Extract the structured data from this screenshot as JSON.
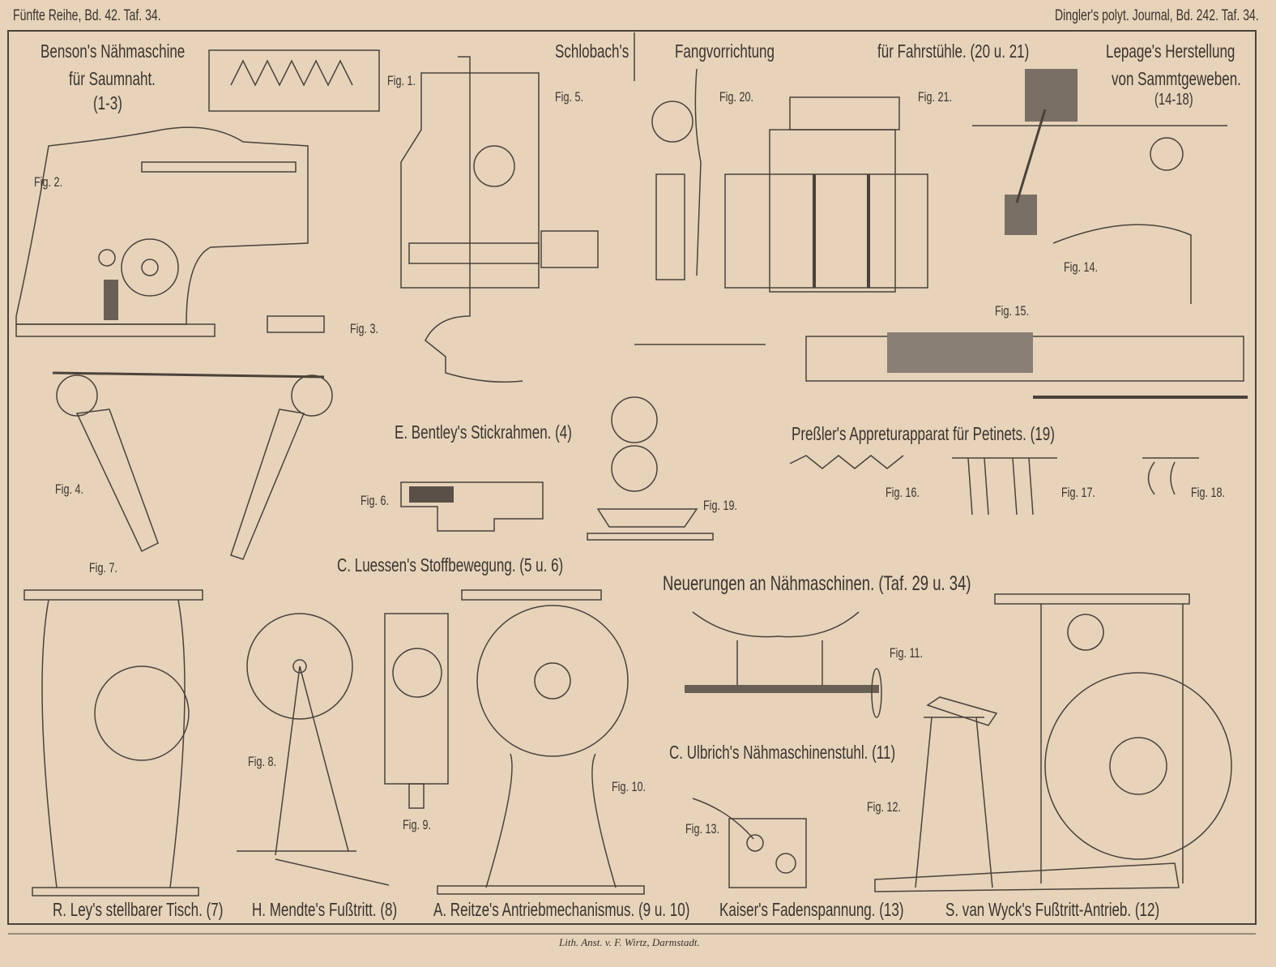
{
  "header": {
    "left": "Fünfte Reihe, Bd. 42. Taf. 34.",
    "right": "Dingler's polyt. Journal, Bd. 242. Taf. 34."
  },
  "captions": {
    "benson_1": "Benson's Nähmaschine",
    "benson_2": "für Saumnaht.",
    "benson_3": "(1-3)",
    "schlobach": "Schlobach's",
    "fang": "Fangvorrichtung",
    "fahr": "für Fahrstühle. (20 u. 21)",
    "lepage_1": "Lepage's Herstellung",
    "lepage_2": "von Sammtgeweben.",
    "lepage_3": "(14-18)",
    "bentley": "E. Bentley's Stickrahmen. (4)",
    "pressler": "Preßler's Appreturapparat für Petinets. (19)",
    "luessen": "C. Luessen's Stoffbewegung. (5 u. 6)",
    "neuerungen": "Neuerungen an Nähmaschinen. (Taf. 29 u. 34)",
    "ulbrich": "C. Ulbrich's Nähmaschinenstuhl. (11)",
    "ley": "R. Ley's stellbarer Tisch. (7)",
    "mendte": "H. Mendte's Fußtritt. (8)",
    "reitze": "A. Reitze's Antriebmechanismus. (9 u. 10)",
    "kaiser": "Kaiser's Fadenspannung. (13)",
    "wyck": "S. van Wyck's Fußtritt-Antrieb. (12)"
  },
  "figs": {
    "f1": "Fig. 1.",
    "f2": "Fig. 2.",
    "f3": "Fig. 3.",
    "f4": "Fig. 4.",
    "f5": "Fig. 5.",
    "f6": "Fig. 6.",
    "f7": "Fig. 7.",
    "f8": "Fig. 8.",
    "f9": "Fig. 9.",
    "f10": "Fig. 10.",
    "f11": "Fig. 11.",
    "f12": "Fig. 12.",
    "f13": "Fig. 13.",
    "f14": "Fig. 14.",
    "f15": "Fig. 15.",
    "f16": "Fig. 16.",
    "f17": "Fig. 17.",
    "f18": "Fig. 18.",
    "f19": "Fig. 19.",
    "f20": "Fig. 20.",
    "f21": "Fig. 21."
  },
  "imprint": "Lith. Anst. v. F. Wirtz, Darmstadt."
}
